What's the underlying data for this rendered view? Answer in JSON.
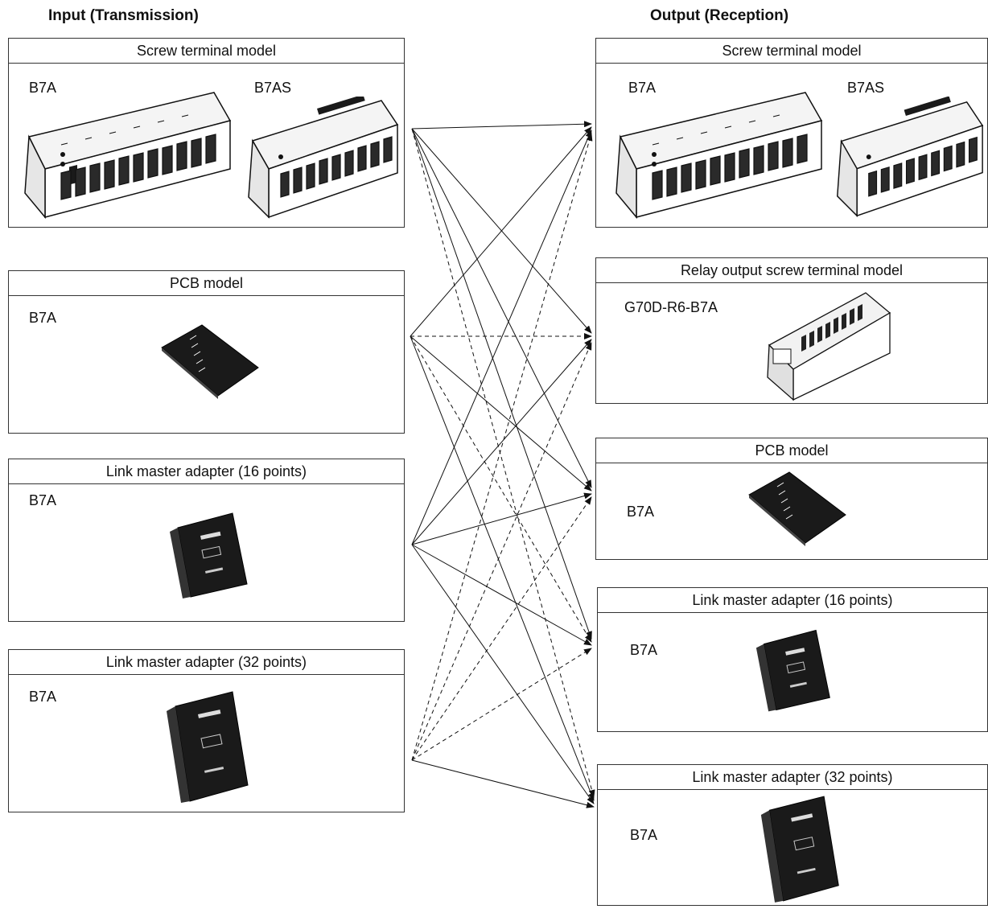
{
  "headings": {
    "input": "Input (Transmission)",
    "output": "Output (Reception)"
  },
  "input_boxes": [
    {
      "title": "Screw terminal model",
      "models": [
        "B7A",
        "B7AS"
      ]
    },
    {
      "title": "PCB model",
      "models": [
        "B7A"
      ]
    },
    {
      "title": "Link master adapter (16 points)",
      "models": [
        "B7A"
      ]
    },
    {
      "title": "Link master adapter (32 points)",
      "models": [
        "B7A"
      ]
    }
  ],
  "output_boxes": [
    {
      "title": "Screw terminal model",
      "models": [
        "B7A",
        "B7AS"
      ]
    },
    {
      "title": "Relay output screw terminal model",
      "models": [
        "G70D-R6-B7A"
      ]
    },
    {
      "title": "PCB model",
      "models": [
        "B7A"
      ]
    },
    {
      "title": "Link master adapter (16 points)",
      "models": [
        "B7A"
      ]
    },
    {
      "title": "Link master adapter (32 points)",
      "models": [
        "B7A"
      ]
    }
  ],
  "icons": {
    "screw_terminal": "terminal-block-icon",
    "pcb": "pcb-module-icon",
    "link_adapter": "link-adapter-icon",
    "relay": "relay-terminal-icon"
  },
  "connections": [
    {
      "from": 0,
      "to": 0,
      "style": "solid"
    },
    {
      "from": 0,
      "to": 1,
      "style": "solid"
    },
    {
      "from": 0,
      "to": 2,
      "style": "solid"
    },
    {
      "from": 0,
      "to": 3,
      "style": "solid"
    },
    {
      "from": 0,
      "to": 4,
      "style": "dashed"
    },
    {
      "from": 1,
      "to": 0,
      "style": "solid"
    },
    {
      "from": 1,
      "to": 1,
      "style": "dashed"
    },
    {
      "from": 1,
      "to": 2,
      "style": "solid"
    },
    {
      "from": 1,
      "to": 3,
      "style": "dashed"
    },
    {
      "from": 1,
      "to": 4,
      "style": "solid"
    },
    {
      "from": 2,
      "to": 0,
      "style": "solid"
    },
    {
      "from": 2,
      "to": 1,
      "style": "solid"
    },
    {
      "from": 2,
      "to": 2,
      "style": "solid"
    },
    {
      "from": 2,
      "to": 3,
      "style": "solid"
    },
    {
      "from": 2,
      "to": 4,
      "style": "solid"
    },
    {
      "from": 3,
      "to": 0,
      "style": "dashed"
    },
    {
      "from": 3,
      "to": 1,
      "style": "dashed"
    },
    {
      "from": 3,
      "to": 2,
      "style": "dashed"
    },
    {
      "from": 3,
      "to": 3,
      "style": "dashed"
    },
    {
      "from": 3,
      "to": 4,
      "style": "solid"
    }
  ],
  "colors": {
    "line": "#111111",
    "device_body": "#1a1a1a",
    "device_light": "#f4f4f4"
  }
}
